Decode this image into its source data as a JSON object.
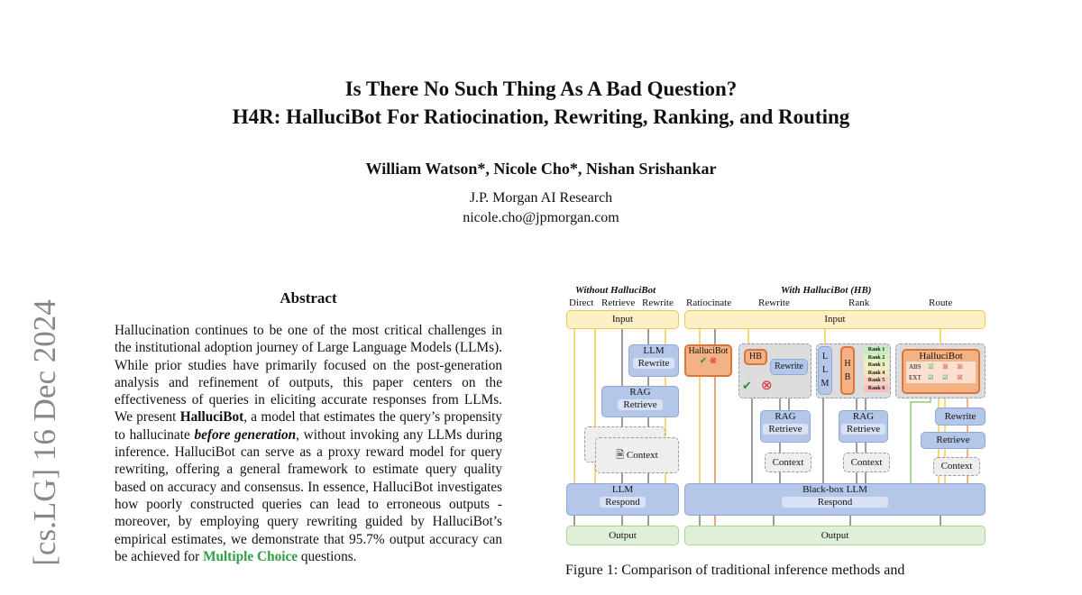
{
  "sidebar": {
    "arxiv_id": "[cs.LG]  16 Dec 2024"
  },
  "header": {
    "title_line1": "Is There No Such Thing As A Bad Question?",
    "title_line2": "H4R: HalluciBot For Ratiocination, Rewriting, Ranking, and Routing",
    "authors": "William Watson*, Nicole Cho*, Nishan Srishankar",
    "affiliation": "J.P. Morgan AI Research",
    "email": "nicole.cho@jpmorgan.com"
  },
  "abstract": {
    "heading": "Abstract",
    "p1": "Hallucination continues to be one of the most critical challenges in the institutional adoption journey of Large Language Models (LLMs). While prior studies have primarily focused on the post-generation analysis and refinement of outputs, this paper centers on the effectiveness of queries in eliciting accurate responses from LLMs. We present ",
    "bold1": "HalluciBot",
    "p2": ", a model that estimates the query’s propensity to hallucinate ",
    "bolditalic": "before generation",
    "p3": ", without invoking any LLMs during inference. HalluciBot can serve as a proxy reward model for query rewriting, offering a general framework to estimate query quality based on accuracy and consensus. In essence, HalluciBot investigates how poorly constructed queries can lead to erroneous outputs - moreover, by employing query rewriting guided by HalluciBot’s empirical estimates, we demonstrate that 95.7% output accuracy can be achieved for ",
    "link": "Multiple Choice",
    "p4": " questions."
  },
  "figure": {
    "without_label": "Without HalluciBot",
    "with_label": "With HalluciBot (HB)",
    "cols": [
      "Direct",
      "Retrieve",
      "Rewrite",
      "Ratiocinate",
      "Rewrite",
      "Rank",
      "Route"
    ],
    "input": "Input",
    "output": "Output",
    "llm": "LLM",
    "rewrite": "Rewrite",
    "rag": "RAG",
    "retrieve": "Retrieve",
    "context": "Context",
    "respond": "Respond",
    "hallucibot": "HalluciBot",
    "hb": "HB",
    "blackbox": "Black-box LLM",
    "llm_v": [
      "L",
      "L",
      "M"
    ],
    "hb_v": [
      "H",
      "B"
    ],
    "ranks": [
      "Rank 1",
      "Rank 2",
      "Rank 3",
      "Rank 4",
      "Rank 5",
      "Rank 6"
    ],
    "route_rows": [
      "ABS",
      "EXT"
    ],
    "caption": "Figure 1: Comparison of traditional inference methods and"
  }
}
